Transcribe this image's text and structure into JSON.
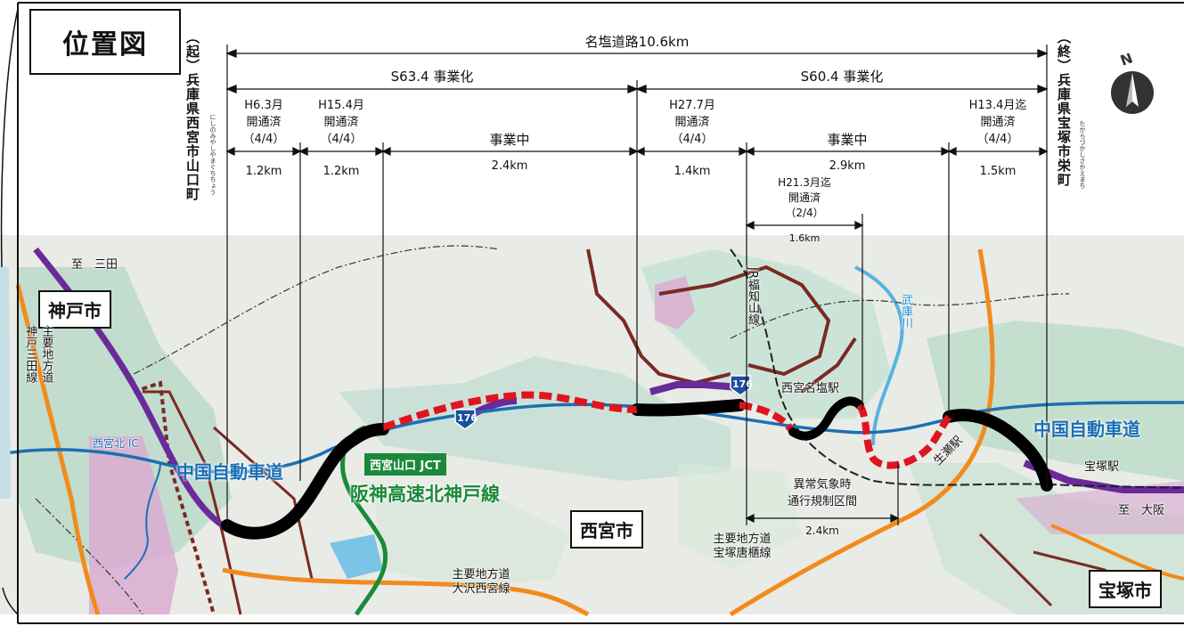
{
  "title": "位置図",
  "total": {
    "label": "名塩道路10.6km"
  },
  "phases": [
    {
      "label": "S63.4 事業化"
    },
    {
      "label": "S60.4 事業化"
    }
  ],
  "start_point": {
    "label": "（起）兵庫県西宮市山口町",
    "reading": "にしのみやしやまぐちちょう"
  },
  "end_point": {
    "label": "（終）兵庫県宝塚市栄町",
    "reading": "たからづかしさかえまち"
  },
  "segments": [
    {
      "date": "H6.3月",
      "status": "開通済",
      "lanes": "（4/4）",
      "length": "1.2km"
    },
    {
      "date": "H15.4月",
      "status": "開通済",
      "lanes": "（4/4）",
      "length": "1.2km"
    },
    {
      "status": "事業中",
      "length": "2.4km"
    },
    {
      "date": "H27.7月",
      "status": "開通済",
      "lanes": "（4/4）",
      "length": "1.4km"
    },
    {
      "status": "事業中",
      "length": "2.9km"
    },
    {
      "date": "H13.4月迄",
      "status": "開通済",
      "lanes": "（4/4）",
      "length": "1.5km"
    }
  ],
  "sub_segment": {
    "date": "H21.3月迄",
    "status": "開通済",
    "lanes": "（2/4）",
    "length": "1.6km"
  },
  "restriction": {
    "line1": "異常気象時",
    "line2": "通行規制区間",
    "length": "2.4km"
  },
  "cities": [
    "神戸市",
    "西宮市",
    "宝塚市"
  ],
  "roads": {
    "chugoku_left": "中国自動車道",
    "chugoku_right": "中国自動車道",
    "hanshin": "阪神高速北神戸線",
    "jct": "西宮山口 JCT",
    "ic": "西宮北 IC",
    "kobe_sanda": "主要地方道\n神戸三田線",
    "takarazuka_karato": "主要地方道\n宝塚唐櫃線",
    "osawa": "主要地方道\n大沢西宮線",
    "route": "176"
  },
  "places": {
    "to_sanda": "至　三田",
    "to_osaka": "至　大阪",
    "namaze_station": "西宮名塩駅",
    "takarazuka_station": "宝塚駅",
    "namaze_eki": "生瀬駅",
    "jr_line": "JR福知山線",
    "mukogawa": "武庫川"
  },
  "north": "N",
  "colors": {
    "expressway": "#1b6fb3",
    "hanshin": "#1a8a3a",
    "open_road": "#000000",
    "construction": "#e0141e",
    "route176": "#6a2a9a",
    "prefectural": "#f28a1c",
    "local": "#7a2a22"
  }
}
